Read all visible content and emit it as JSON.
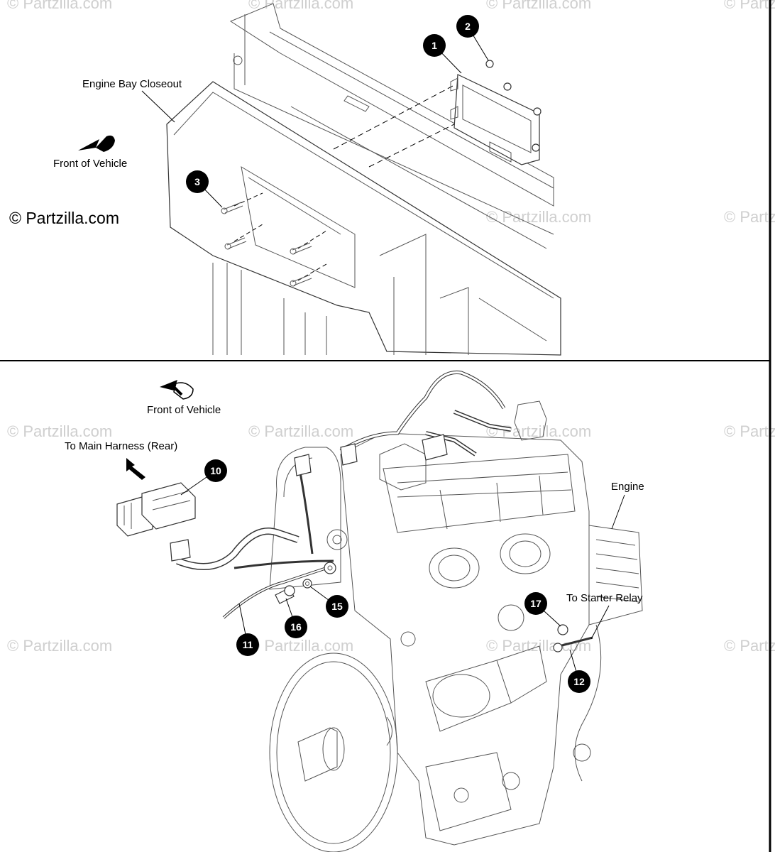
{
  "copyright": "© Partzilla.com",
  "watermark": "© Partzilla.com",
  "top_panel": {
    "labels": {
      "engine_bay_closeout": "Engine Bay Closeout",
      "front_of_vehicle": "Front of Vehicle"
    },
    "callouts": [
      "1",
      "2",
      "3"
    ]
  },
  "bottom_panel": {
    "labels": {
      "front_of_vehicle": "Front of Vehicle",
      "to_main_harness": "To Main Harness (Rear)",
      "engine": "Engine",
      "to_starter_relay": "To Starter Relay"
    },
    "callouts": [
      "10",
      "11",
      "12",
      "15",
      "16",
      "17"
    ]
  }
}
